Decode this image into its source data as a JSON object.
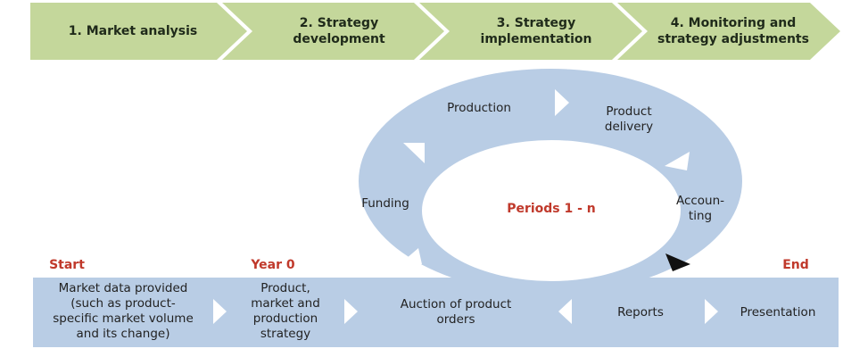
{
  "phases": [
    "1. Market analysis",
    "2. Strategy\ndevelopment",
    "3. Strategy\nimplementation",
    "4. Monitoring and\nstrategy adjustments"
  ],
  "cycle": {
    "production": "Production",
    "product_delivery": "Product\ndelivery",
    "accounting": "Accoun-\nting",
    "funding": "Funding",
    "center": "Periods 1 - n"
  },
  "markers": {
    "start": "Start",
    "year0": "Year 0",
    "end": "End"
  },
  "bar": {
    "market_data": "Market data provided\n(such as product-\nspecific market volume\nand its change)",
    "strategy": "Product,\nmarket and\nproduction\nstrategy",
    "auction": "Auction of product\norders",
    "reports": "Reports",
    "presentation": "Presentation"
  },
  "colors": {
    "phase_fill": "#c4d79b",
    "cycle_fill": "#b9cde5",
    "marker_text": "#c0392b"
  }
}
